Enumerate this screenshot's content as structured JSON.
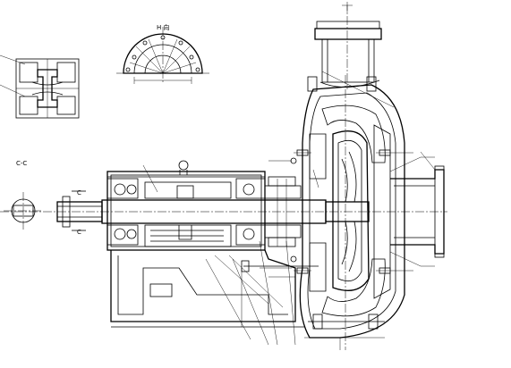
{
  "labels": {
    "detail_view": "H 向",
    "section": "C-C",
    "cut_upper": "C",
    "cut_lower": "C"
  }
}
